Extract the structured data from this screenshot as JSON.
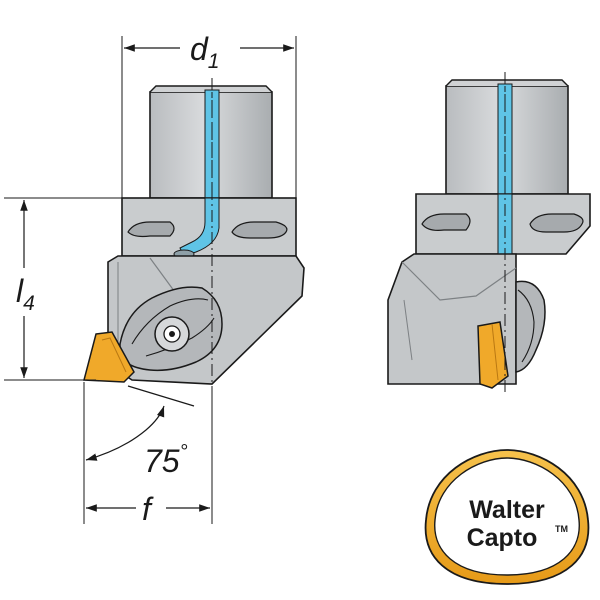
{
  "dimensions": {
    "d1": {
      "symbol": "d",
      "subscript": "1"
    },
    "l4": {
      "symbol": "l",
      "subscript": "4"
    },
    "f": {
      "symbol": "f"
    },
    "angle": {
      "value": "75",
      "unit": "°"
    }
  },
  "logo": {
    "line1": "Walter",
    "line2": "Capto",
    "trademark": "TM"
  },
  "colors": {
    "body": "#c9ccce",
    "body_shadow": "#9fa3a6",
    "coolant": "#5fc4e6",
    "insert": "#f0a92a",
    "logo_ring": "#f0a92a",
    "outline": "#1a1a1a"
  }
}
